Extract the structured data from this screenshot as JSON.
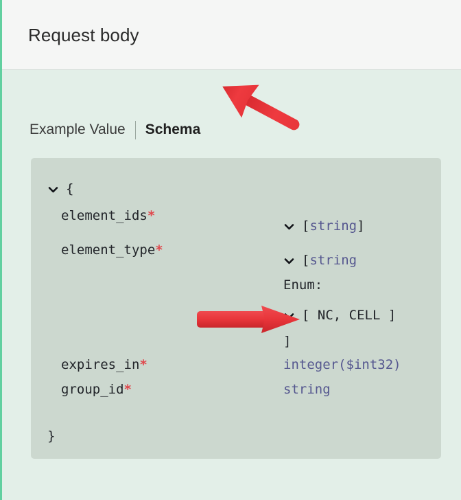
{
  "panel": {
    "title": "Request body",
    "accent_color": "#62d0a0",
    "header_bg": "#f5f6f5",
    "body_bg": "#e3efe8"
  },
  "tabs": {
    "items": [
      {
        "label": "Example Value",
        "active": false
      },
      {
        "label": "Schema",
        "active": true
      }
    ]
  },
  "schema": {
    "box_bg": "#ccd8cf",
    "required_marker": "*",
    "required_color": "#e0474c",
    "type_color": "#55578f",
    "open_brace": "{",
    "close_brace": "}",
    "rows": {
      "element_ids": {
        "name": "element_ids",
        "type_open_bracket": "[",
        "type": "string",
        "type_close_bracket": "]"
      },
      "element_type": {
        "name": "element_type",
        "type_open_bracket": "[",
        "type": "string",
        "enum_label": "Enum:",
        "enum_values": "[ NC, CELL ]",
        "array_close_bracket": "]"
      },
      "expires_in": {
        "name": "expires_in",
        "type": "integer($int32)"
      },
      "group_id": {
        "name": "group_id",
        "type": "string"
      }
    }
  },
  "annotations": {
    "arrow_color": "#e8353a",
    "arrows": [
      {
        "name": "arrow-to-schema-tab",
        "direction": "down-left"
      },
      {
        "name": "arrow-to-enum-values",
        "direction": "right"
      }
    ]
  },
  "icons": {
    "chevron_down": "chevron-down-icon"
  }
}
